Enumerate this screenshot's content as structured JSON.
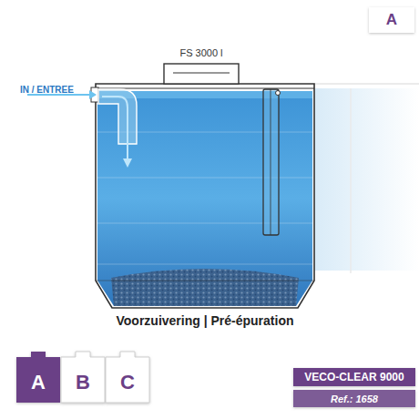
{
  "diagram": {
    "caption": "Voorzuivering | Pré-épuration",
    "nodes": [
      {
        "text": [
          "A"
        ]
      },
      {
        "text": [
          "A"
        ]
      },
      {
        "text": [
          "B"
        ]
      },
      {
        "text": [
          "C"
        ]
      },
      {
        "text": [
          "VECO-CLEAR 9000"
        ]
      },
      {
        "text": [
          "Ref.: 1658"
        ]
      }
    ],
    "labels": [
      "FS 3000 l",
      "IN / ENTREE"
    ]
  }
}
